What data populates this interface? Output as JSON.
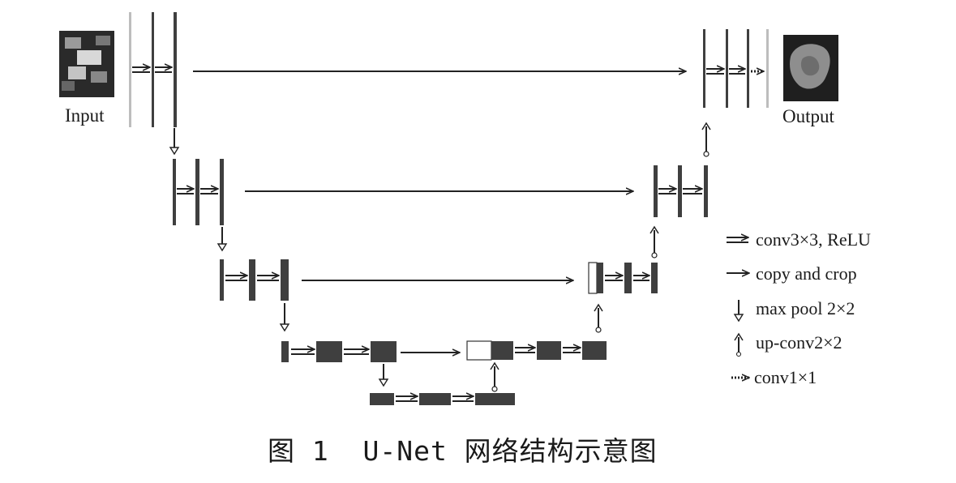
{
  "labels": {
    "input": "Input",
    "output": "Output"
  },
  "legend": [
    {
      "icon": "double-arrow-icon",
      "text": "conv3×3, ReLU"
    },
    {
      "icon": "arrow-right-icon",
      "text": "copy and crop"
    },
    {
      "icon": "arrow-down-icon",
      "text": "max pool 2×2"
    },
    {
      "icon": "arrow-up-icon",
      "text": "up-conv2×2"
    },
    {
      "icon": "dotted-arrow-icon",
      "text": "conv1×1"
    }
  ],
  "caption": "图 1  U-Net 网络结构示意图",
  "colors": {
    "feature_map": "#3f3f3f",
    "input_channel": "#bdbdbd",
    "line": "#222222"
  }
}
